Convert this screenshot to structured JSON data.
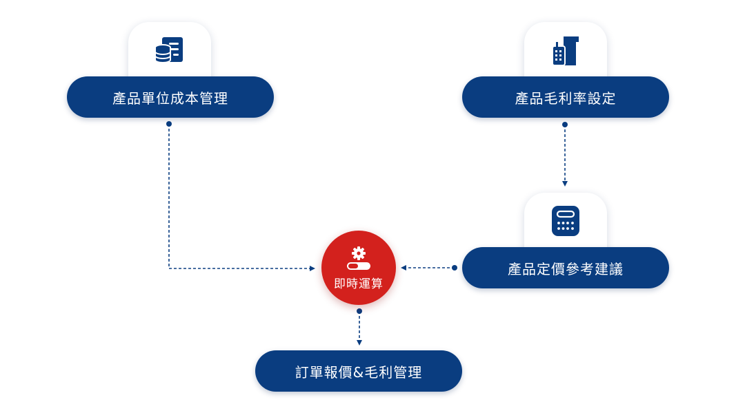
{
  "colors": {
    "pill": "#0a3d80",
    "hub": "#d3211d",
    "connector": "#0a3d80",
    "background": "#ffffff"
  },
  "nodes": {
    "unit_cost": {
      "label": "產品單位成本管理",
      "icon": "database-document-icon"
    },
    "margin_setting": {
      "label": "產品毛利率設定",
      "icon": "phone-document-icon"
    },
    "price_suggestion": {
      "label": "產品定價參考建議",
      "icon": "calculator-icon"
    },
    "realtime": {
      "label": "即時運算",
      "icon": "gear-toggle-icon"
    },
    "order_quote": {
      "label": "訂單報價&毛利管理"
    }
  }
}
